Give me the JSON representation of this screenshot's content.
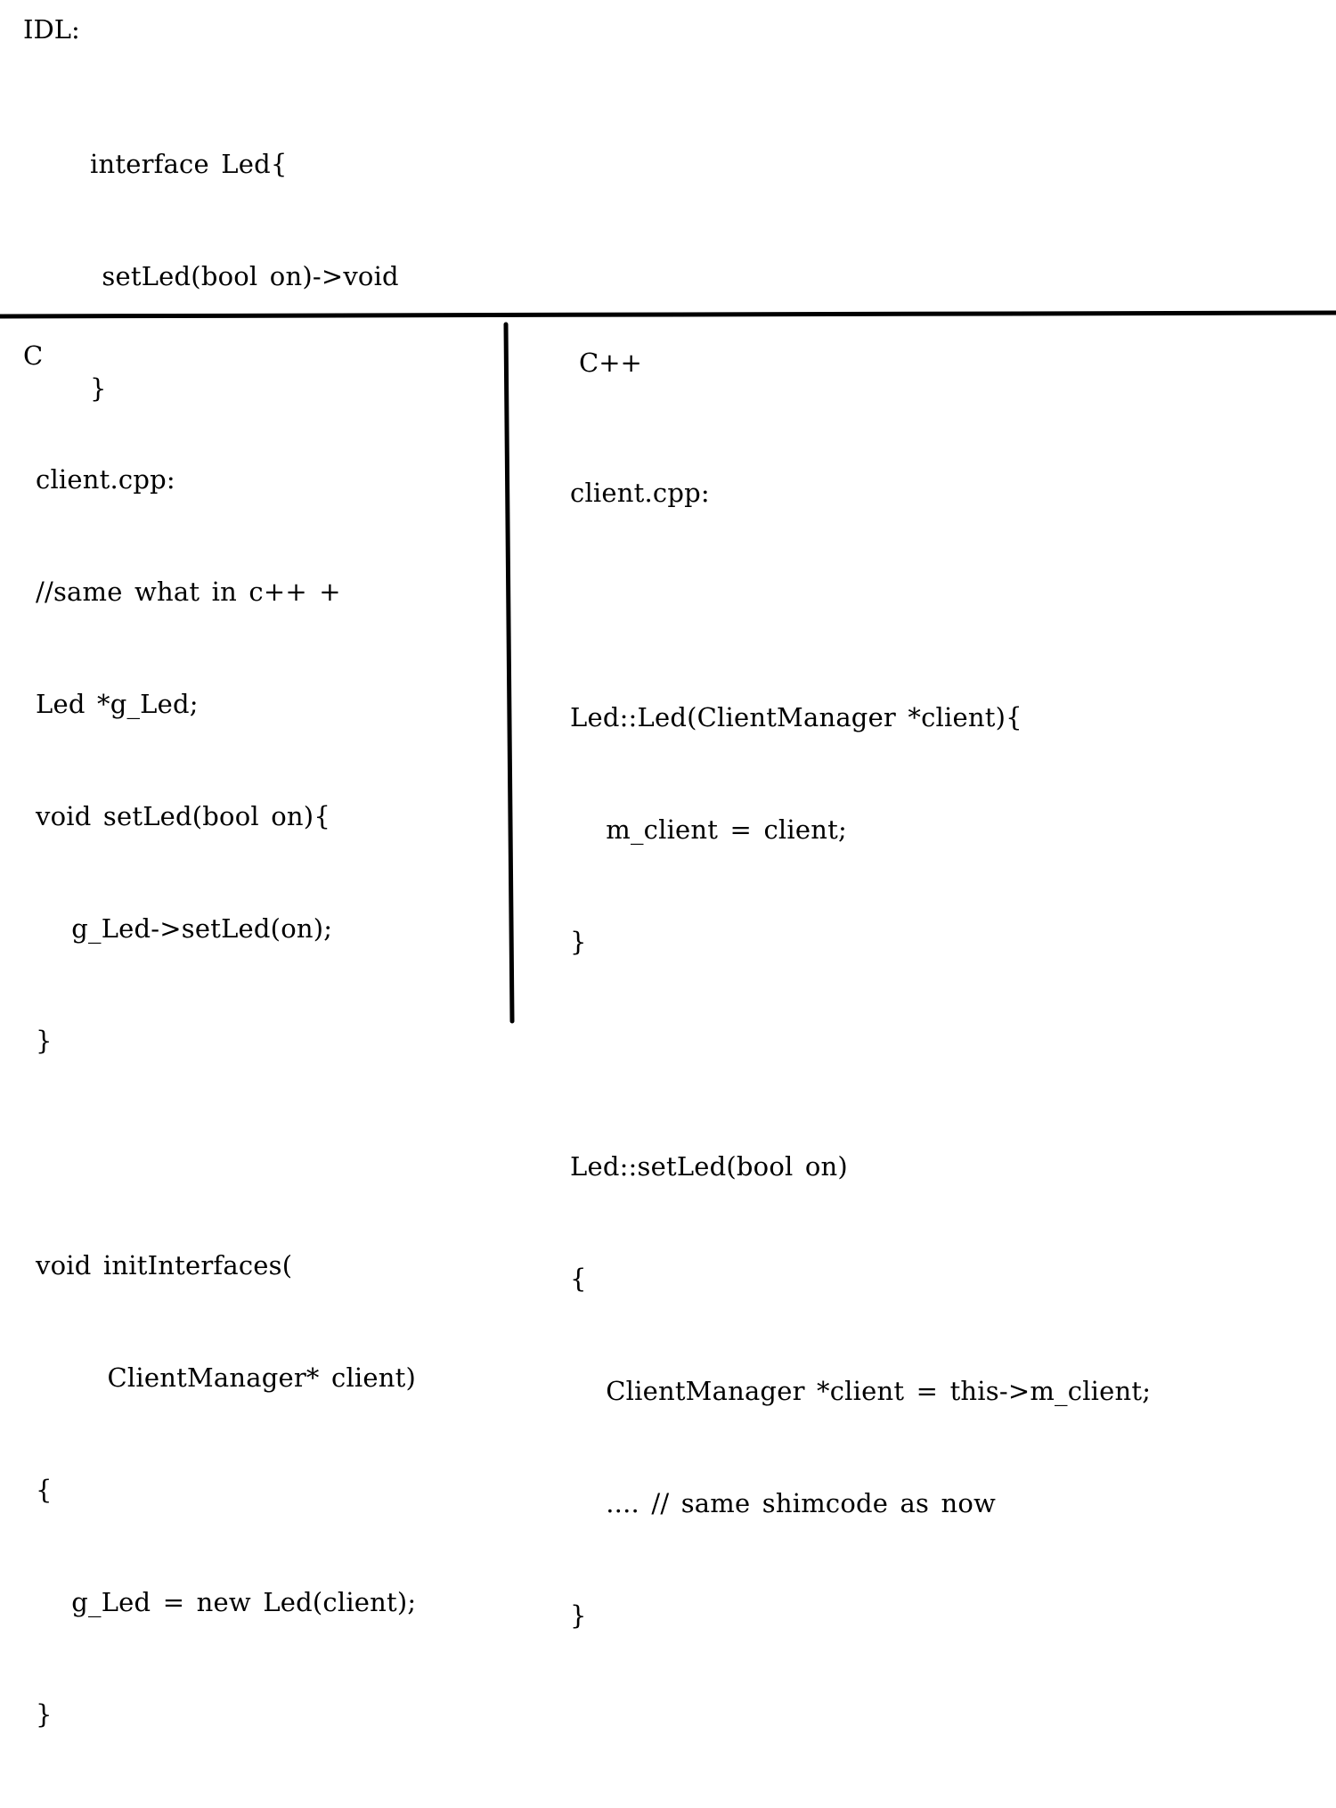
{
  "idl": {
    "label": "IDL:",
    "lines": [
      "interface Led{",
      " setLed(bool on)->void",
      "}"
    ]
  },
  "c": {
    "label": "C",
    "lines": [
      "client.cpp:",
      "//same what in c++ +",
      "Led *g_Led;",
      "void setLed(bool on){",
      "   g_Led->setLed(on);",
      "}",
      "",
      "void initInterfaces(",
      "      ClientManager* client)",
      "{",
      "   g_Led = new Led(client);",
      "}"
    ]
  },
  "cpp": {
    "label": "C++",
    "lines": [
      "client.cpp:",
      "",
      "Led::Led(ClientManager *client){",
      "   m_client = client;",
      "}",
      "",
      "Led::setLed(bool on)",
      "{",
      "   ClientManager *client = this->m_client;",
      "   .... // same shimcode as now",
      "}"
    ]
  },
  "colors": {
    "ink": "#000000",
    "background": "#ffffff"
  }
}
